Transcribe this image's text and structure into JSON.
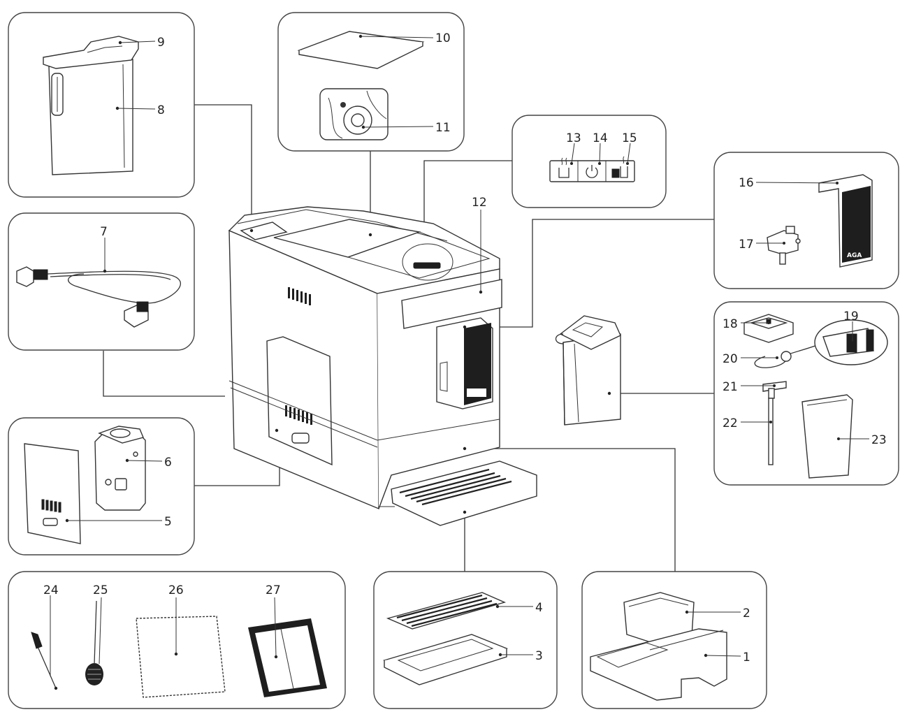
{
  "callouts": {
    "c1": "1",
    "c2": "2",
    "c3": "3",
    "c4": "4",
    "c5": "5",
    "c6": "6",
    "c7": "7",
    "c8": "8",
    "c9": "9",
    "c10": "10",
    "c11": "11",
    "c12": "12",
    "c13": "13",
    "c14": "14",
    "c15": "15",
    "c16": "16",
    "c17": "17",
    "c18": "18",
    "c19": "19",
    "c20": "20",
    "c21": "21",
    "c22": "22",
    "c23": "23",
    "c24": "24",
    "c25": "25",
    "c26": "26",
    "c27": "27"
  },
  "brand_logo": "AGA",
  "icons": {
    "btn13": "cup-steam-icon",
    "btn14": "power-icon",
    "btn15": "double-cup-icon"
  }
}
